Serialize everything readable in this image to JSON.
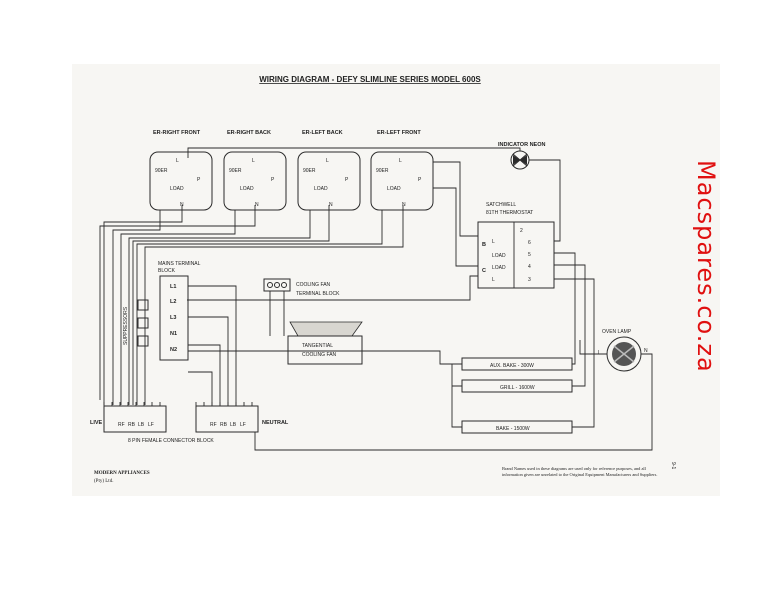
{
  "title": "WIRING DIAGRAM - DEFY SLIMLINE SERIES MODEL 600S",
  "elements": {
    "er_right_front": "ER-RIGHT FRONT",
    "er_right_back": "ER-RIGHT BACK",
    "er_left_back": "ER-LEFT BACK",
    "er_left_front": "ER-LEFT FRONT",
    "labels": {
      "L": "L",
      "P": "P",
      "N": "N",
      "load": "LOAD",
      "energy": "90ER"
    }
  },
  "indicator_neon": "INDICATOR NEON",
  "thermostat": {
    "title_1": "SATCHWELL",
    "title_2": "81TH THERMOSTAT",
    "terminals_left": [
      "B",
      "L",
      "LOAD",
      "C",
      "LOAD",
      "L"
    ],
    "terminals_right": [
      "2",
      "6",
      "5",
      "4",
      "3"
    ]
  },
  "mains_block": {
    "title_1": "MAINS TERMINAL",
    "title_2": "BLOCK",
    "terminals": [
      "L1",
      "L2",
      "L3",
      "N1",
      "N2"
    ]
  },
  "suppressors": "SUPPRESSORS",
  "cooling_fan_block": {
    "line1": "COOLING FAN",
    "line2": "TERMINAL BLOCK"
  },
  "tangential_fan": {
    "line1": "TANGENTIAL",
    "line2": "COOLING FAN"
  },
  "oven_lamp": "OVEN LAMP",
  "oven_lamp_L": "L",
  "oven_lamp_N": "N",
  "heaters": {
    "aux_bake": "AUX. BAKE - 300W",
    "grill": "GRILL - 1600W",
    "bake": "BAKE - 1500W"
  },
  "connector": {
    "live": "LIVE",
    "neutral": "NEUTRAL",
    "title": "8 PIN FEMALE CONNECTOR BLOCK",
    "pins_left": [
      "RF",
      "RB",
      "LB",
      "LF"
    ]
  },
  "footer": {
    "company_1": "MODERN APPLIANCES",
    "company_2": "(Pty) Ltd.",
    "disclaimer": "Brand Names used in these diagrams are used only for reference purposes, and all information given are unrelated to the Original Equipment Manufacturers and Suppliers.",
    "page_num": "9-1"
  },
  "watermark": "Macspares.co.za",
  "colors": {
    "watermark": "#e01010",
    "ink": "#2b2b2b"
  }
}
